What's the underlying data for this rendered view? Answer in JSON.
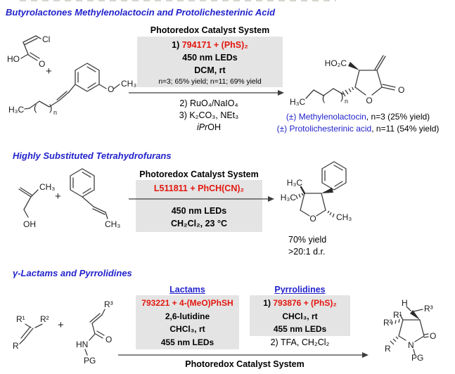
{
  "meta": {
    "colors": {
      "heading_blue": "#2222cc",
      "accent_red": "#e3170f",
      "box_gray": "#e4e4e4",
      "bond_gray": "#3d3d3d"
    }
  },
  "s1": {
    "title": "Butyrolactones Methylenolactocin and Protolichesterinic Acid",
    "plus": "+",
    "acid": {
      "ho": "HO",
      "o": "O",
      "cl": "Cl"
    },
    "styrene": {
      "h3c": "H₃C",
      "o": "O",
      "ch3": "CH₃",
      "paren_open": "(",
      "paren_close": ")",
      "n": "n"
    },
    "cond": {
      "header": "Photoredox Catalyst System",
      "l1_prefix": "1) ",
      "l1_red": "794171 + (PhS)₂",
      "l2": "450 nm LEDs",
      "l3": "DCM, rt",
      "note": "n=3; 65% yield; n=11; 69% yield",
      "b1": "2) RuO₄/NaIO₄",
      "b2": "3) K₂CO₃, NEt₃",
      "b3_italic": "iPr",
      "b3_rest": "OH"
    },
    "product": {
      "ho2c": "HO₂C",
      "h3c": "H₃C",
      "o_ring": "O",
      "o_exo": "O",
      "paren_open": "(",
      "paren_close": ")",
      "n": "n"
    },
    "cap1_blue": "(±) Methylenolactocin",
    "cap1_black": ", n=3 (25% yield)",
    "cap2_blue": "(±) Protolichesterinic acid",
    "cap2_black": ", n=11 (54% yield)"
  },
  "s2": {
    "title": "Highly Substituted Tetrahydrofurans",
    "plus": "+",
    "alcohol": {
      "ch3": "CH₃",
      "oh": "OH"
    },
    "styrene": {
      "ch3": "CH₃"
    },
    "cond": {
      "header": "Photoredox Catalyst System",
      "l1_red": "L511811 + PhCH(CN)₂",
      "l2": "450 nm LEDs",
      "l3": "CH₂Cl₂, 23 °C"
    },
    "product": {
      "h3c_top": "H₃C",
      "h3c_left": "H₃C",
      "o": "O",
      "ch3": "CH₃"
    },
    "yield": "70% yield",
    "dr": ">20:1 d.r."
  },
  "s3": {
    "title": "γ-Lactams and Pyrrolidines",
    "plus": "+",
    "alkene": {
      "r1": "R¹",
      "r2": "R²",
      "r": "R"
    },
    "amide": {
      "r3": "R³",
      "hn": "HN",
      "pg": "PG",
      "o": "O"
    },
    "lactams": {
      "header": "Lactams",
      "l1_red": "793221 + 4-(MeO)PhSH",
      "l2": "2,6-lutidine",
      "l3": "CHCl₃, rt",
      "l4": "455 nm LEDs"
    },
    "pyrrolidines": {
      "header": "Pyrrolidines",
      "l1_prefix": "1) ",
      "l1_red": "793876 + (PhS)₂",
      "l2": "CHCl₃, rt",
      "l3": "455 nm LEDs",
      "l4": "2) TFA, CH₂Cl₂"
    },
    "arrow_label": "Photoredox Catalyst System",
    "product": {
      "h": "H",
      "r3": "R³",
      "r1": "R¹",
      "r2": "R²",
      "r": "R",
      "o": "O",
      "n_label": "N",
      "pg": "PG"
    }
  }
}
